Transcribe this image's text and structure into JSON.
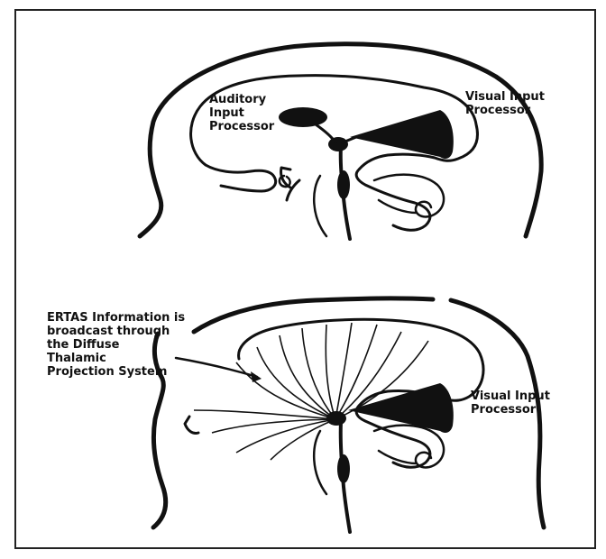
{
  "panels": {
    "top": {
      "auditory_label": [
        "Auditory",
        "Input",
        "Processor"
      ],
      "visual_label": [
        "Visual Input",
        "Processor"
      ]
    },
    "bottom": {
      "ertas_label": [
        "ERTAS Information is",
        "broadcast through",
        "the Diffuse",
        "Thalamic",
        "Projection System"
      ],
      "visual_label": [
        "Visual Input",
        "Processor"
      ]
    }
  },
  "colors": {
    "ink": "#111111",
    "frame": "#222222",
    "background": "#ffffff"
  }
}
